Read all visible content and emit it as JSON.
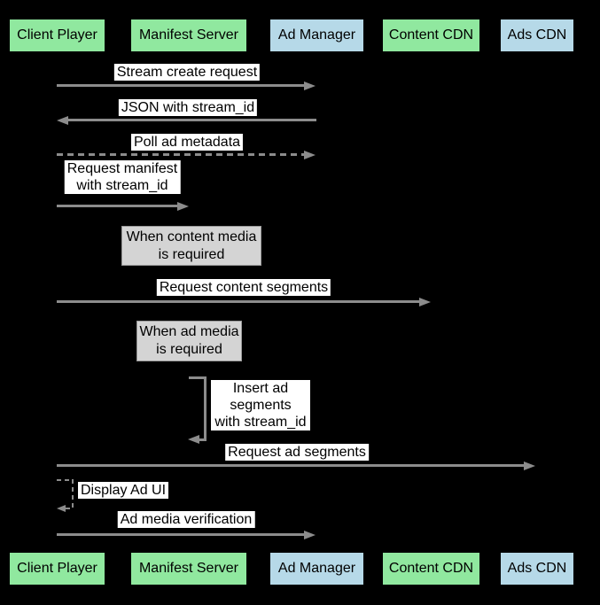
{
  "diagram": {
    "type": "sequence-diagram",
    "background_color": "#000000",
    "arrow_color": "#8c8c8c",
    "label_background": "#ffffff",
    "note_background": "#d4d4d4",
    "note_border": "#999999",
    "green_actor_color": "#90e89f",
    "blue_actor_color": "#b6d9e8"
  },
  "actors": [
    {
      "label": "Client Player",
      "color": "#90e89f"
    },
    {
      "label": "Manifest Server",
      "color": "#90e89f"
    },
    {
      "label": "Ad Manager",
      "color": "#b6d9e8"
    },
    {
      "label": "Content CDN",
      "color": "#90e89f"
    },
    {
      "label": "Ads CDN",
      "color": "#b6d9e8"
    }
  ],
  "messages": [
    {
      "label": "Stream create request",
      "from": "Client Player",
      "to": "Ad Manager",
      "line": "solid",
      "direction": "right"
    },
    {
      "label": "JSON with stream_id",
      "from": "Ad Manager",
      "to": "Client Player",
      "line": "solid",
      "direction": "left"
    },
    {
      "label": "Poll ad metadata",
      "from": "Client Player",
      "to": "Ad Manager",
      "line": "dashed",
      "direction": "right"
    },
    {
      "label": "Request manifest\nwith stream_id",
      "from": "Client Player",
      "to": "Manifest Server",
      "line": "solid",
      "direction": "right"
    },
    {
      "label": "Request content segments",
      "from": "Client Player",
      "to": "Content CDN",
      "line": "solid",
      "direction": "right"
    },
    {
      "label": "Insert ad\nsegments\nwith stream_id",
      "from": "Manifest Server",
      "to": "Manifest Server",
      "line": "solid",
      "direction": "self"
    },
    {
      "label": "Request ad segments",
      "from": "Client Player",
      "to": "Ads CDN",
      "line": "solid",
      "direction": "right"
    },
    {
      "label": "Display Ad UI",
      "from": "Client Player",
      "to": "Client Player",
      "line": "dashed",
      "direction": "self"
    },
    {
      "label": "Ad media verification",
      "from": "Client Player",
      "to": "Ad Manager",
      "line": "solid",
      "direction": "right"
    }
  ],
  "notes": [
    {
      "label": "When content media\nis required",
      "anchor": "Manifest Server"
    },
    {
      "label": "When ad media\nis required",
      "anchor": "Manifest Server"
    }
  ]
}
